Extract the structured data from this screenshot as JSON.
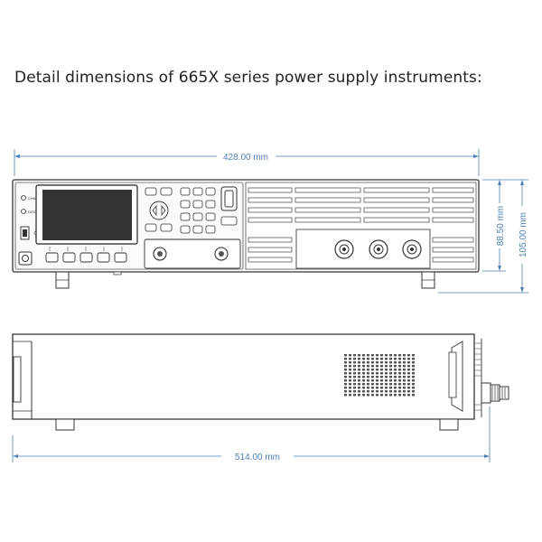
{
  "title": "Detail dimensions of 665X series power supply instruments:",
  "dimensions": {
    "front_width": "428.00 mm",
    "front_height_body": "88.50 mm",
    "front_height_total": "105.00 mm",
    "side_length": "514.00 mm"
  },
  "front_labels": {
    "indicator_1": "CHARGE",
    "indicator_2": "DISCHARGE"
  },
  "colors": {
    "dimension_line": "#4d7fb4",
    "outline": "#333333",
    "panel_fill": "#f4f4f4"
  }
}
